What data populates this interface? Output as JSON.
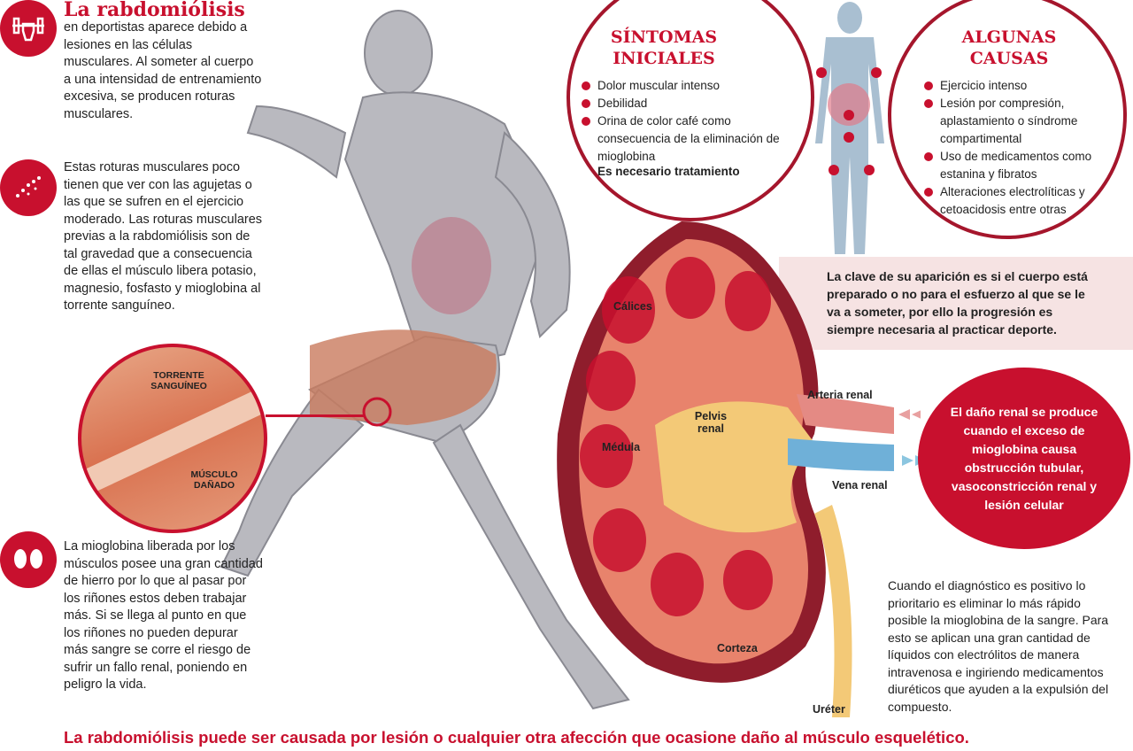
{
  "intro": {
    "title": "La rabdomiólisis",
    "text": "en deportistas aparece debido a lesiones en las células musculares. Al someter al cuerpo a una intensidad de entrenamiento excesiva, se producen roturas musculares.",
    "icon": "dumbbell-fist-icon"
  },
  "block2": {
    "text": "Estas roturas musculares poco tienen que ver con las agujetas o las que se sufren en el ejercicio moderado. Las roturas musculares previas a la rabdomiólisis son de tal gravedad que a consecuencia de ellas el músculo libera potasio, magnesio, fosfasto y mioglobina al torrente sanguíneo.",
    "icon": "particles-icon"
  },
  "block3": {
    "text": "La mioglobina liberada por los músculos posee una gran cantidad de hierro por lo que al pasar por los riñones estos deben trabajar más. Si se llega al punto en que los riñones no pueden depurar más sangre se corre el riesgo de sufrir un fallo renal, poniendo en peligro la vida.",
    "icon": "kidneys-icon"
  },
  "inset": {
    "label_top": "TORRENTE SANGUÍNEO",
    "label_bottom": "MÚSCULO DAÑADO"
  },
  "symptoms": {
    "title_1": "SÍNTOMAS",
    "title_2": "INICIALES",
    "items": [
      "Dolor muscular intenso",
      "Debilidad",
      "Orina de color café como consecuencia de la eliminación de mioglobina"
    ],
    "note": "Es necesario tratamiento"
  },
  "causes": {
    "title_1": "ALGUNAS",
    "title_2": "CAUSAS",
    "items": [
      "Ejercicio intenso",
      "Lesión por compresión, aplastamiento o síndrome compartimental",
      "Uso de medicamentos como estanina y fibratos",
      "Alteraciones electrolíticas y cetoacidosis entre otras"
    ]
  },
  "key_box": "La clave de su aparición es si el cuerpo está preparado o no para el esfuerzo al que se le va a someter, por ello la progresión es siempre necesaria al practicar deporte.",
  "kidney": {
    "calices": "Cálices",
    "medula": "Médula",
    "pelvis": "Pelvis renal",
    "corteza": "Corteza",
    "arteria": "Arteria renal",
    "vena": "Vena renal",
    "ureter": "Uréter"
  },
  "damage_circle": "El daño renal se produce cuando el exceso de mioglobina causa obstrucción tubular, vasoconstricción renal y lesión celular",
  "diagnosis": "Cuando el diagnóstico es positivo lo prioritario es eliminar lo más rápido posible la mioglobina de la sangre. Para esto se aplican una gran cantidad de líquidos con electrólitos de manera intravenosa e ingiriendo medicamentos diuréticos que ayuden a la expulsión del compuesto.",
  "footer": "La rabdomiólisis puede ser causada por lesión o cualquier otra afección que ocasione daño al músculo esquelético.",
  "colors": {
    "accent": "#c8102e",
    "body_blue": "#a9bfd1",
    "pink_box": "#f6e3e3"
  }
}
